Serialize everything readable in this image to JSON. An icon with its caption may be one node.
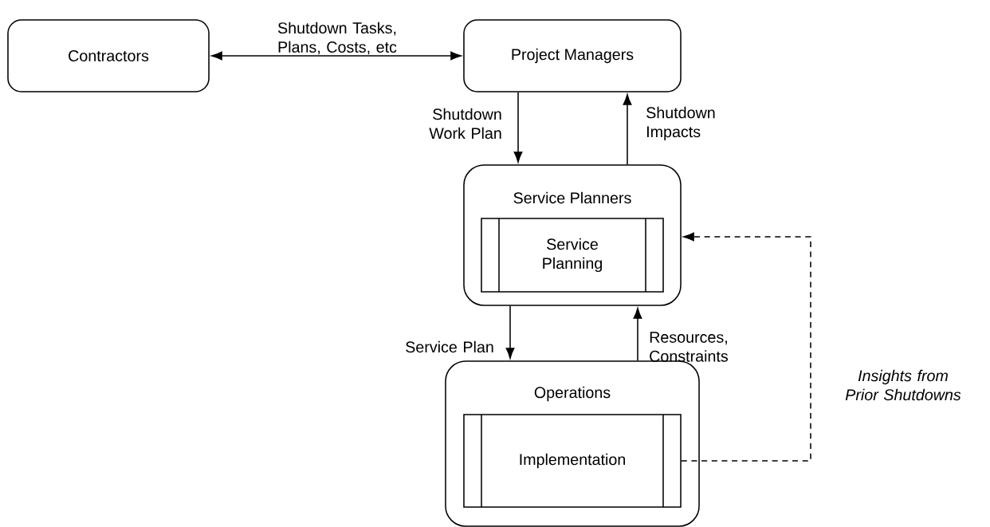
{
  "diagram": {
    "nodes": [
      {
        "text": [
          "Contractors"
        ]
      },
      {
        "text": [
          "Project Managers"
        ]
      },
      {
        "text": [
          "Service Planners"
        ]
      },
      {
        "text": [
          "Service Planning"
        ],
        "in": 2
      },
      {
        "text": [
          "Operations"
        ]
      },
      {
        "text": [
          "Implementation"
        ],
        "in": 4
      }
    ],
    "edges": [
      {
        "from": 0,
        "to": 1,
        "arrow": "both",
        "label": "Shutdown Tasks, Plans, Costs, etc"
      },
      {
        "from": 1,
        "to": 2,
        "arrow": "to",
        "label": "Shutdown Work Plan"
      },
      {
        "from": 2,
        "to": 1,
        "arrow": "to",
        "label": "Shutdown Impacts"
      },
      {
        "from": 2,
        "to": 4,
        "arrow": "to",
        "label": "Service Plan"
      },
      {
        "from": 4,
        "to": 2,
        "arrow": "to",
        "label": "Resources, Constraints"
      },
      {
        "from": 5,
        "to": 2,
        "arrow": "to",
        "style": "dashed",
        "label": "Insights from Prior Shutdowns"
      }
    ]
  }
}
